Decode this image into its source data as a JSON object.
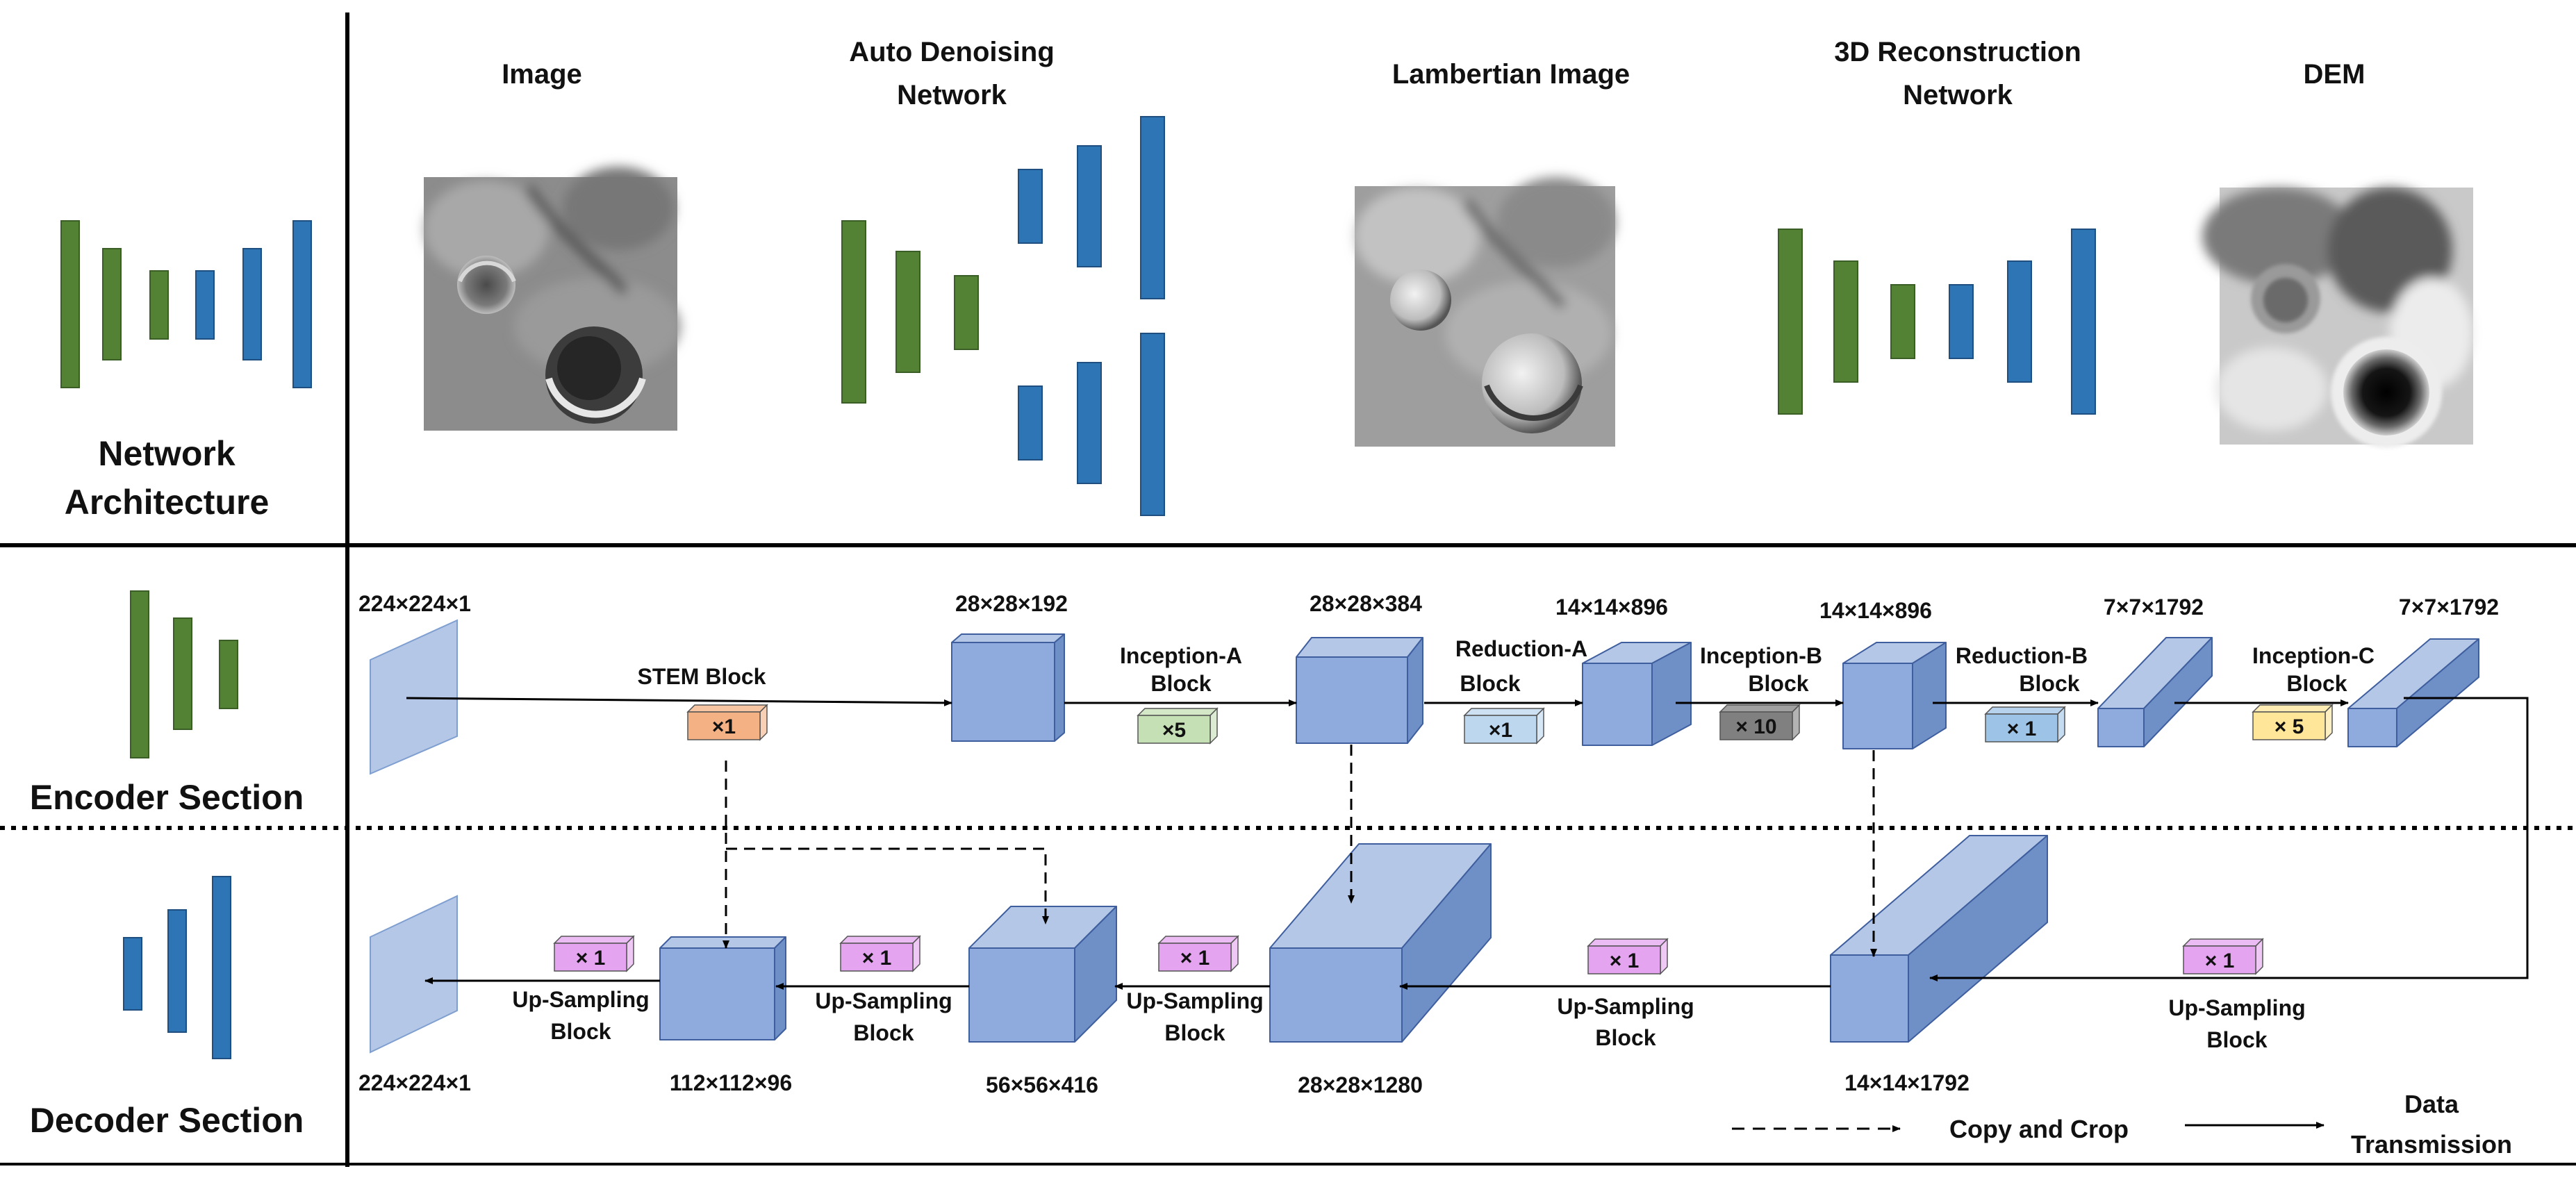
{
  "top": {
    "section_label": [
      "Network",
      "Architecture"
    ],
    "headers": {
      "image": "Image",
      "denoise": [
        "Auto Denoising",
        "Network"
      ],
      "lambert": "Lambertian Image",
      "recon": [
        "3D Reconstruction",
        "Network"
      ],
      "dem": "DEM"
    }
  },
  "encoder": {
    "label": "Encoder Section",
    "input_dim": "224×224×1",
    "stem": {
      "label": "STEM Block",
      "count": "×1"
    },
    "blocks": [
      {
        "dim": "28×28×192"
      },
      {
        "label": [
          "Inception-A",
          "Block"
        ],
        "count": "×5",
        "dim": "28×28×384"
      },
      {
        "label": [
          "Reduction-A",
          "Block"
        ],
        "count": "×1",
        "dim": "14×14×896"
      },
      {
        "label": [
          "Inception-B",
          "Block"
        ],
        "count": "× 10",
        "dim": "14×14×896"
      },
      {
        "label": [
          "Reduction-B",
          "Block"
        ],
        "count": "× 1",
        "dim": "7×7×1792"
      },
      {
        "label": [
          "Inception-C",
          "Block"
        ],
        "count": "× 5",
        "dim": "7×7×1792"
      }
    ]
  },
  "decoder": {
    "label": "Decoder Section",
    "up_label": [
      "Up-Sampling",
      "Block"
    ],
    "up_count": "× 1",
    "dims": [
      "14×14×1792",
      "28×28×1280",
      "56×56×416",
      "112×112×96",
      "224×224×1"
    ]
  },
  "legend": {
    "copy": "Copy and Crop",
    "data": [
      "Data",
      "Transmission"
    ]
  },
  "colors": {
    "green": "#548235",
    "blue": "#2E75B6",
    "cube_front": "#8FAADC",
    "cube_top": "#B4C7E7",
    "cube_side": "#6F8FC7",
    "cube_edge": "#3E5E9E",
    "stem": "#F4B183",
    "inc_a": "#C5E0B4",
    "red_a": "#BDD7EE",
    "inc_b": "#808080",
    "red_b": "#9DC3E6",
    "inc_c": "#FFE699",
    "up": "#E4A4F0"
  }
}
